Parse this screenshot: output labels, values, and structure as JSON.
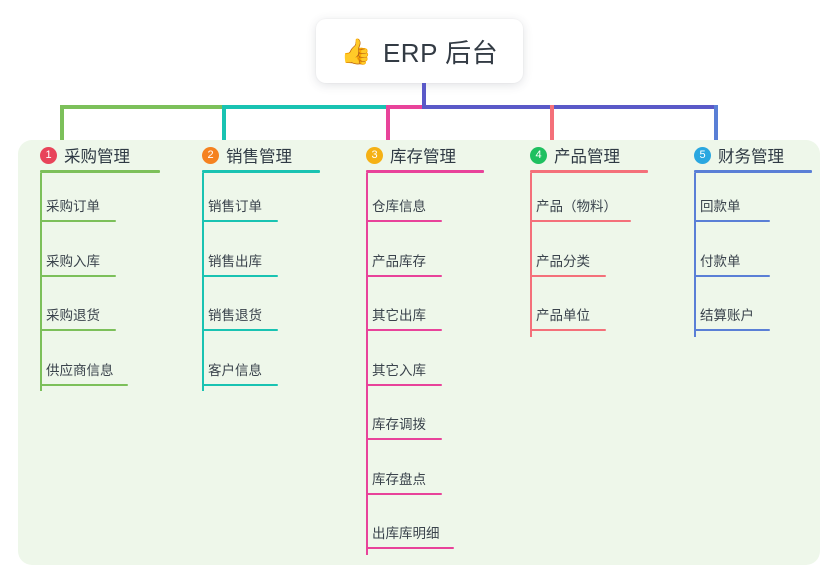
{
  "root": {
    "icon": "thumbs-up-emoji",
    "icon_glyph": "👍",
    "title": "ERP 后台",
    "stem_color": "#5a59c8"
  },
  "panel": {
    "background": "#eef7ea"
  },
  "columns": [
    {
      "number": "1",
      "title": "采购管理",
      "badge_color": "#e8445a",
      "line_color": "#7cc05a",
      "items": [
        {
          "label": "采购订单"
        },
        {
          "label": "采购入库"
        },
        {
          "label": "采购退货"
        },
        {
          "label": "供应商信息"
        }
      ]
    },
    {
      "number": "2",
      "title": "销售管理",
      "badge_color": "#f58220",
      "line_color": "#19c3b2",
      "items": [
        {
          "label": "销售订单"
        },
        {
          "label": "销售出库"
        },
        {
          "label": "销售退货"
        },
        {
          "label": "客户信息"
        }
      ]
    },
    {
      "number": "3",
      "title": "库存管理",
      "badge_color": "#f5b115",
      "line_color": "#e8439a",
      "items": [
        {
          "label": "仓库信息"
        },
        {
          "label": "产品库存"
        },
        {
          "label": "其它出库"
        },
        {
          "label": "其它入库"
        },
        {
          "label": "库存调拨"
        },
        {
          "label": "库存盘点"
        },
        {
          "label": "出库库明细"
        }
      ]
    },
    {
      "number": "4",
      "title": "产品管理",
      "badge_color": "#1fc060",
      "line_color": "#f4707a",
      "items": [
        {
          "label": "产品（物料）"
        },
        {
          "label": "产品分类"
        },
        {
          "label": "产品单位"
        }
      ]
    },
    {
      "number": "5",
      "title": "财务管理",
      "badge_color": "#2aa7e0",
      "line_color": "#5a7fd6",
      "items": [
        {
          "label": "回款单"
        },
        {
          "label": "付款单"
        },
        {
          "label": "结算账户"
        }
      ]
    }
  ]
}
